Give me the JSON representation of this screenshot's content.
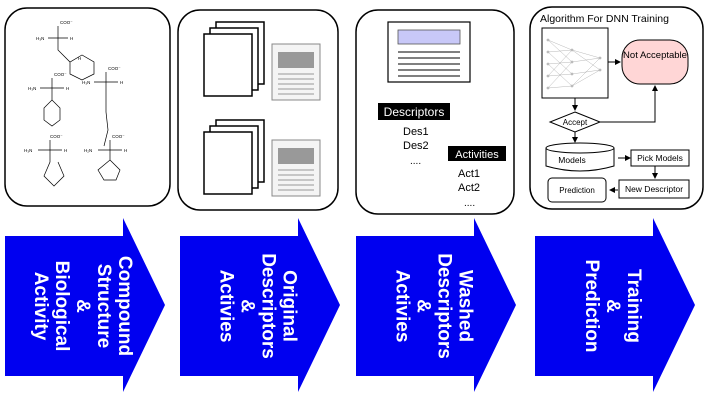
{
  "panels": {
    "structures": {
      "atom_labels": [
        "COO⁻",
        "H₃N",
        "H",
        "H",
        "COO⁻",
        "H₃N",
        "H",
        "COO⁻",
        "H₃N",
        "H",
        "COO⁻",
        "H₃N",
        "H",
        "COO⁻",
        "H₂N",
        "H"
      ]
    },
    "descriptors": {
      "descriptors_label": "Descriptors",
      "des1": "Des1",
      "des2": "Des2",
      "des_more": "....",
      "activities_label": "Activities",
      "act1": "Act1",
      "act2": "Act2",
      "act_more": "...."
    },
    "algorithm": {
      "title": "Algorithm For DNN Training",
      "not_acceptable": "Not Acceptable",
      "accept": "Accept",
      "models": "Models",
      "pick_models": "Pick Models",
      "prediction": "Prediction",
      "new_descriptor": "New Descriptor"
    }
  },
  "arrows": [
    {
      "lines": [
        "Compound",
        "Structure",
        "&",
        "Biological",
        "Activity"
      ]
    },
    {
      "lines": [
        "Original",
        "Descriptors",
        "&",
        "Activies"
      ]
    },
    {
      "lines": [
        "Washed",
        "Descriptors",
        "&",
        "Activies"
      ]
    },
    {
      "lines": [
        "Training",
        "&",
        "Prediction"
      ]
    }
  ],
  "colors": {
    "arrow_fill": "#0000f0",
    "arrow_text": "#ffffff",
    "doc_header": "#c8c8f8",
    "doc_gray": "#999999",
    "not_acceptable_fill": "#ffd6d6"
  }
}
